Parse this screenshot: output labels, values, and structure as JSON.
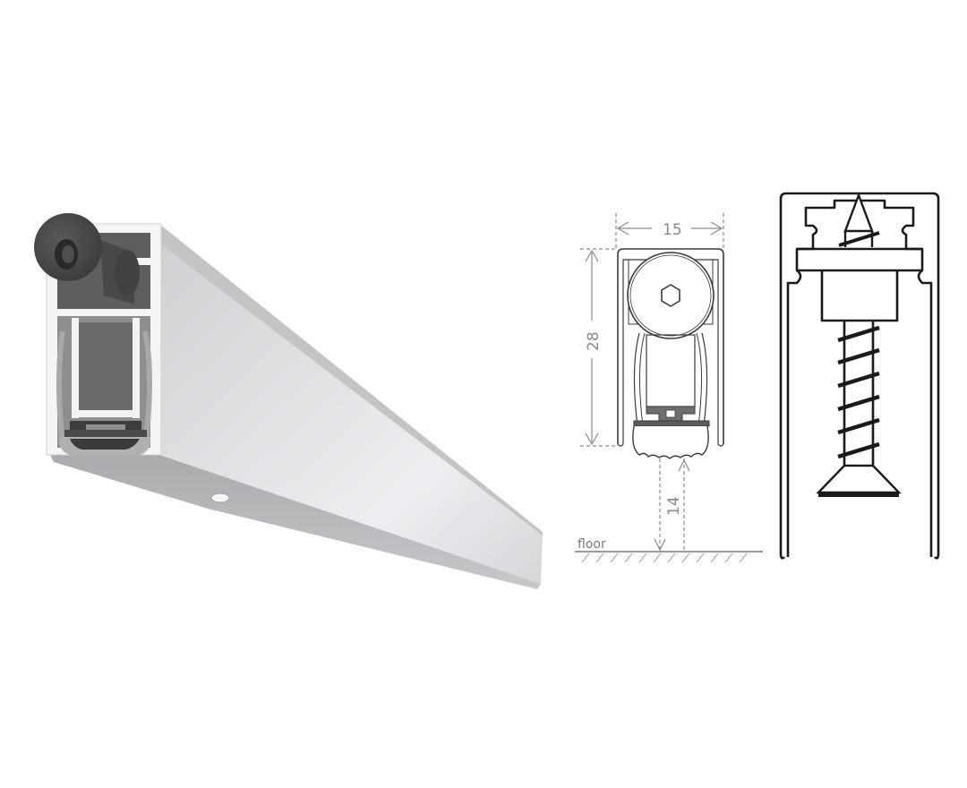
{
  "image": {
    "description": "Automatic door bottom drop seal: 3D product render with cross-section dimension drawing and screw mounting section",
    "background": "#ffffff"
  },
  "product_render": {
    "label": "aluminium-profile-render",
    "colors": {
      "aluminium_face": "#d9d8da",
      "aluminium_highlight": "#eeeef0",
      "aluminium_edge": "#b9b9bc",
      "endcap_button": "#4b4b4d",
      "interior_shadow": "#5e5e60",
      "seal_rubber": "#8a8a8c"
    }
  },
  "dimension_drawing": {
    "width_label": "15",
    "height_label": "28",
    "drop_label": "14",
    "floor_label": "floor",
    "line_color": "#3a3a3a",
    "dim_color": "#8a8a8a"
  },
  "screw_section": {
    "label": "mounting-screw-cross-section",
    "line_color": "#1a1a1a"
  }
}
